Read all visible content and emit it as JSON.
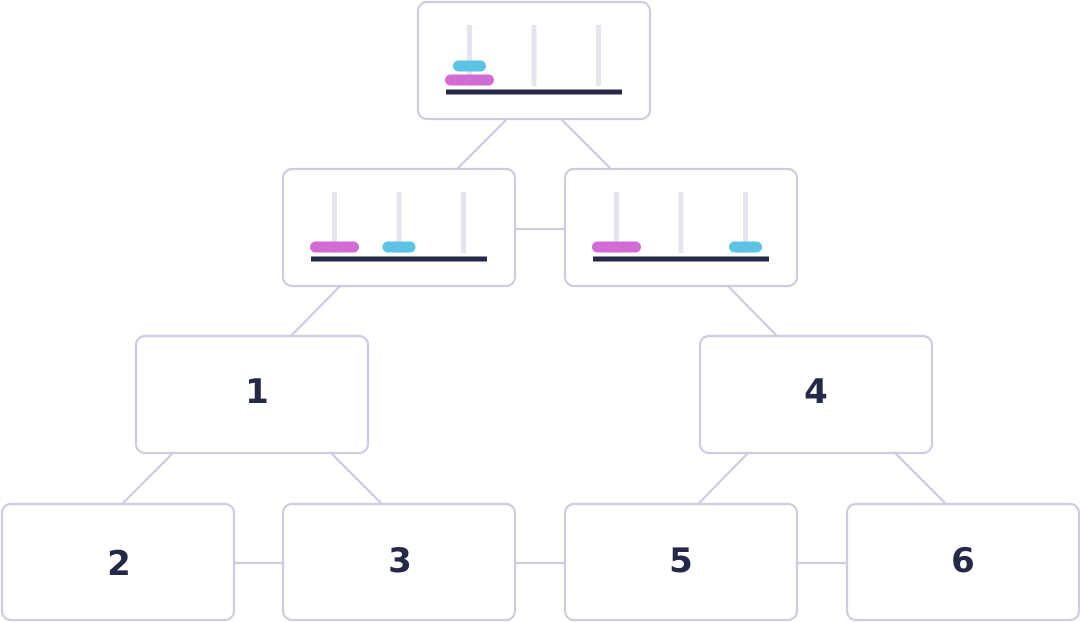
{
  "colors": {
    "node_border": "#cfcbe0",
    "edge": "#cfcbe0",
    "peg": "#e6e5ef",
    "base": "#252849",
    "label": "#252849",
    "disk_large": "#d36bd6",
    "disk_small": "#5bc3e4"
  },
  "states": {
    "root": {
      "disks": [
        {
          "size": "large",
          "peg": 0,
          "level": 0
        },
        {
          "size": "small",
          "peg": 0,
          "level": 1
        }
      ]
    },
    "left": {
      "disks": [
        {
          "size": "large",
          "peg": 0,
          "level": 0
        },
        {
          "size": "small",
          "peg": 1,
          "level": 0
        }
      ]
    },
    "right": {
      "disks": [
        {
          "size": "large",
          "peg": 0,
          "level": 0
        },
        {
          "size": "small",
          "peg": 2,
          "level": 0
        }
      ]
    }
  },
  "labels": {
    "n1": "1",
    "n2": "2",
    "n3": "3",
    "n4": "4",
    "n5": "5",
    "n6": "6"
  }
}
